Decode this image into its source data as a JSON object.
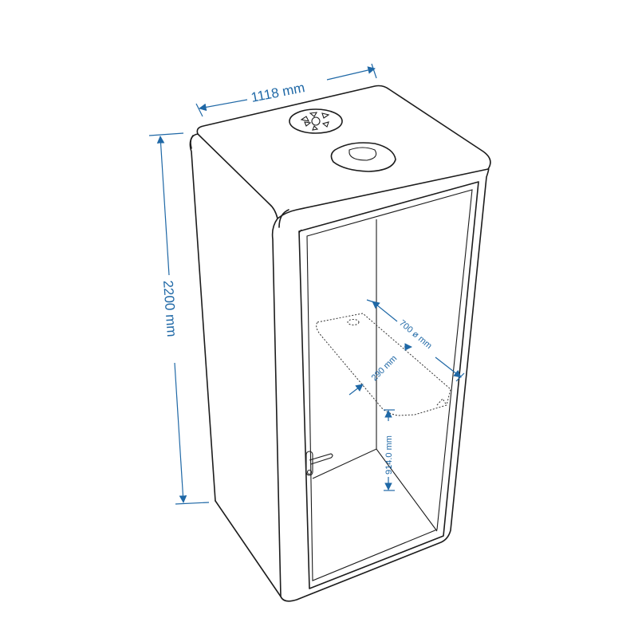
{
  "dimensions": {
    "width": "1118 mm",
    "height": "2200 mm",
    "desk_length": "700 ø mm",
    "desk_depth": "290 mm",
    "desk_height": "914.0 mm"
  },
  "colors": {
    "dimension": "#1f68a6",
    "outline": "#1c1c1c"
  }
}
